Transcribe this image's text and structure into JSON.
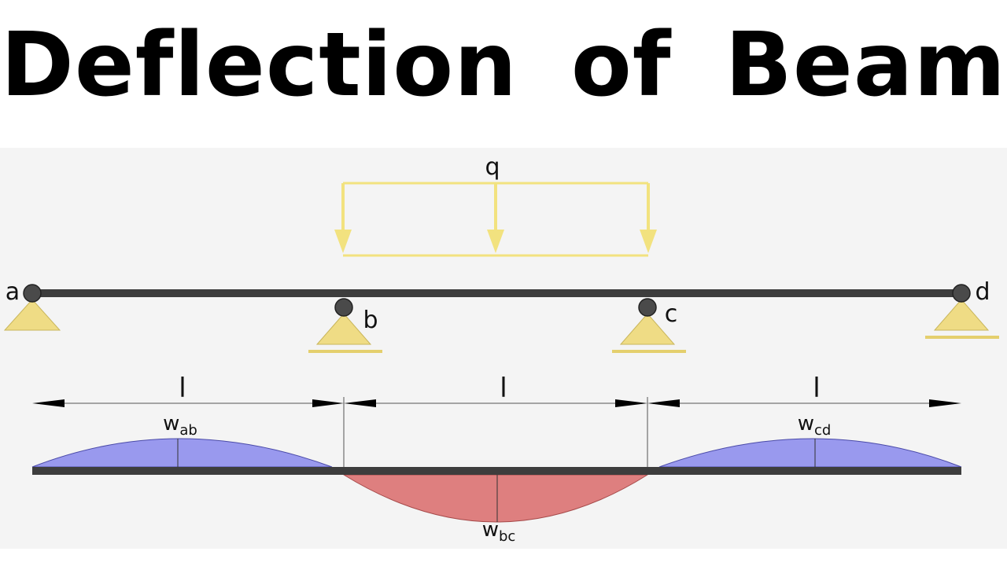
{
  "title": "Deflection  of  Beam",
  "labels": {
    "load": "q",
    "support_a": "a",
    "support_b": "b",
    "support_c": "c",
    "support_d": "d",
    "span_1": "l",
    "span_2": "l",
    "span_3": "l"
  },
  "deflections": {
    "ab": {
      "base": "w",
      "sub": "ab"
    },
    "bc": {
      "base": "w",
      "sub": "bc"
    },
    "cd": {
      "base": "w",
      "sub": "cd"
    }
  },
  "colors": {
    "load": "#f2e27f",
    "support": "#efdc85",
    "beam": "#3d3d3d",
    "upward_deflection": "#9999ee",
    "downward_deflection": "#de7f7f",
    "panel": "#f4f4f4"
  }
}
